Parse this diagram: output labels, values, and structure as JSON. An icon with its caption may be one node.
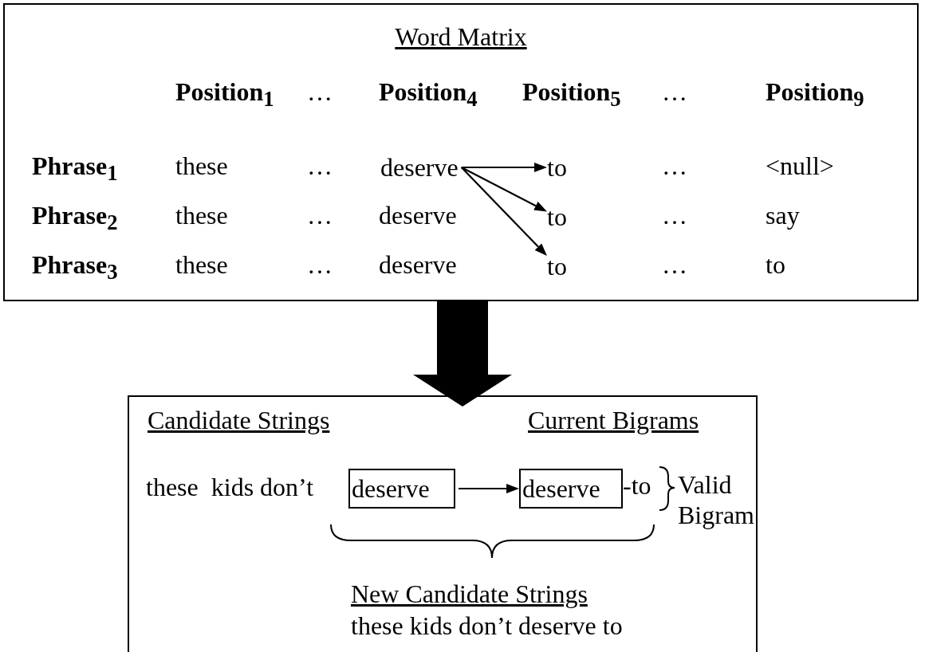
{
  "diagram": {
    "nodes": [
      {
        "text": [
          "Word Matrix"
        ]
      },
      {
        "text": [
          "deserve"
        ],
        "in": 0
      },
      {
        "text": [
          "to"
        ],
        "in": 0
      },
      {
        "text": [
          "to"
        ],
        "in": 0
      },
      {
        "text": [
          "to"
        ],
        "in": 0
      },
      {
        "text": [
          "Candidate Strings",
          "Current Bigrams"
        ]
      },
      {
        "text": [
          "deserve"
        ],
        "in": 5
      },
      {
        "text": [
          "deserve"
        ],
        "in": 5,
        "beside": [
          "-to"
        ]
      }
    ],
    "edges": [
      {
        "from": 1,
        "to": 2,
        "arrow": "to"
      },
      {
        "from": 1,
        "to": 3,
        "arrow": "to"
      },
      {
        "from": 1,
        "to": 4,
        "arrow": "to"
      },
      {
        "from": 0,
        "to": 5,
        "arrow": "to",
        "style": "thick"
      },
      {
        "from": 6,
        "to": 7,
        "arrow": "to"
      }
    ],
    "labels": [
      "Position$_{1}$",
      "…",
      "Position$_{4}$",
      "Position$_{5}$",
      "…",
      "Position$_{9}$",
      "Phrase$_{1}$",
      "these",
      "…",
      "…",
      "<null>",
      "Phrase$_{2}$",
      "these",
      "…",
      "deserve",
      "…",
      "say",
      "Phrase$_{3}$",
      "these",
      "…",
      "deserve",
      "…",
      "to",
      "these  kids don’t",
      "Valid Bigram",
      "New Candidate Strings",
      "these kids don’t deserve to"
    ]
  }
}
